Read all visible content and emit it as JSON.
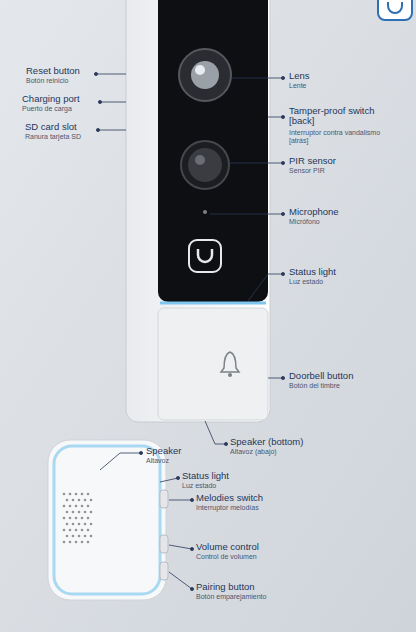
{
  "diagram": {
    "labels": [
      "Reset button",
      "Botón reinicio",
      "Charging port",
      "Puerto de carga",
      "SD card slot",
      "Ranura tarjeta SD",
      "Lens",
      "Lente",
      "Tamper-proof switch [back]",
      "Interruptor contra vandalismo [atrás]",
      "PIR sensor",
      "Sensor PIR",
      "Microphone",
      "Micrófono",
      "Status light",
      "Luz estado",
      "Doorbell button",
      "Botón del timbre",
      "Speaker (bottom)",
      "Altavoz (abajo)",
      "Speaker",
      "Altavoz",
      "Status light",
      "Luz estado",
      "Melodies switch",
      "Interruptor melodías",
      "Volume control",
      "Control de volumen",
      "Pairing button",
      "Botón emparejamiento"
    ]
  }
}
